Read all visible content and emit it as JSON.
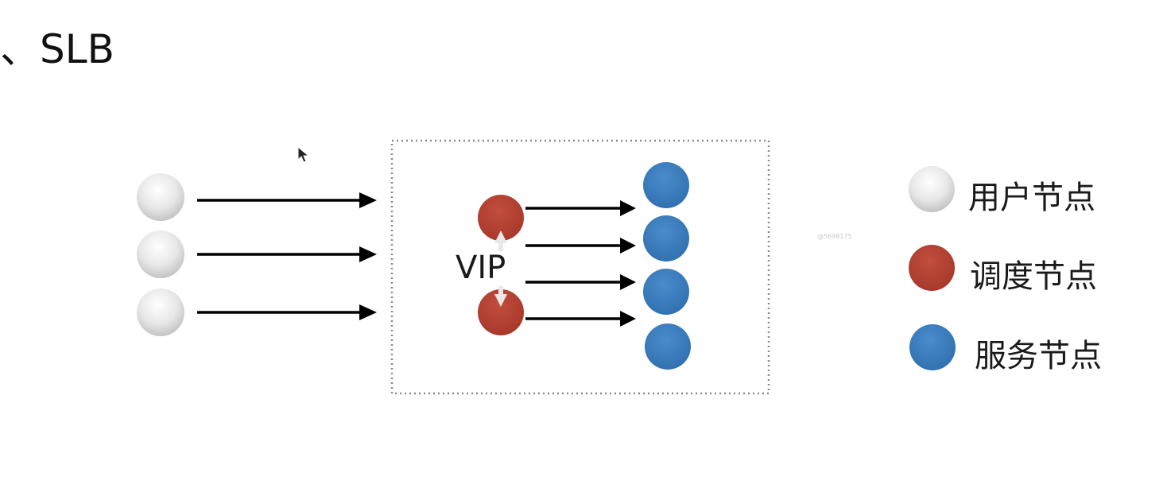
{
  "title": "、SLB",
  "vip_label": "VIP",
  "watermark": "@5698175",
  "legend": [
    {
      "label": "用户节点",
      "icon": "user-node-icon",
      "color": "#dcdcdc"
    },
    {
      "label": "调度节点",
      "icon": "scheduler-node-icon",
      "color": "#b5402f"
    },
    {
      "label": "服务节点",
      "icon": "service-node-icon",
      "color": "#3b7dbd"
    }
  ],
  "colors": {
    "user_node": "#dcdcdc",
    "scheduler_node": "#b5402f",
    "service_node": "#3b7dbd",
    "arrow": "#000000",
    "boundary": "#8a8a8a"
  }
}
